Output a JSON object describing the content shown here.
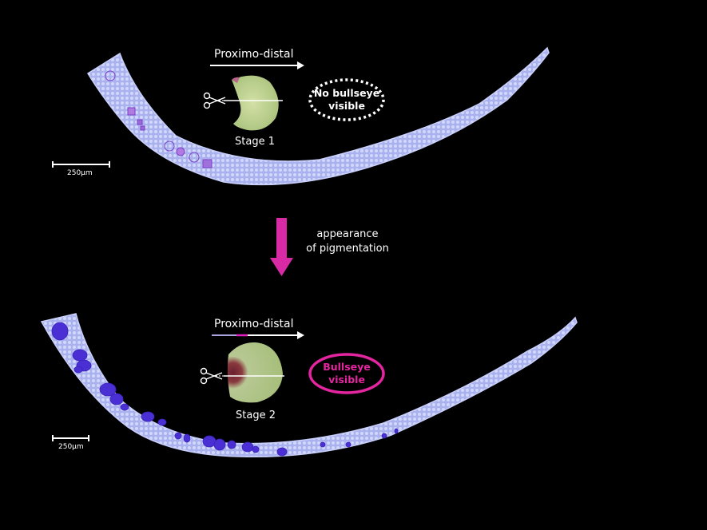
{
  "panels": [
    {
      "id": "stage1",
      "direction_label": "Proximo-distal",
      "stage_label": "Stage 1",
      "bullseye_label_line1": "No bullseye",
      "bullseye_label_line2": "visible",
      "bullseye_oval_style": "dotted",
      "bullseye_color": "#ffffff",
      "scale_bar_label": "250µm",
      "pigment_bar_colors": []
    },
    {
      "id": "stage2",
      "direction_label": "Proximo-distal",
      "stage_label": "Stage 2",
      "bullseye_label_line1": "Bullseye",
      "bullseye_label_line2": "visible",
      "bullseye_oval_style": "solid",
      "bullseye_color": "#e3259f",
      "scale_bar_label": "250µm",
      "pigment_bar_colors": [
        "#a9a3e0",
        "#e020c0",
        "#ffffff"
      ]
    }
  ],
  "transition": {
    "line1": "appearance",
    "line2": "of pigmentation",
    "arrow_color": "#d92aa6"
  },
  "colors": {
    "background": "#000000",
    "tissue": "#aab4f0",
    "tissue_edge": "#c8cffa",
    "cells_pigmented": "#4a2fd6",
    "petal_green": "#bfd39a",
    "petal_red": "#7a2c3a",
    "accent_pink": "#e3259f"
  },
  "icons": [
    "scissors-icon",
    "scissors-icon"
  ]
}
